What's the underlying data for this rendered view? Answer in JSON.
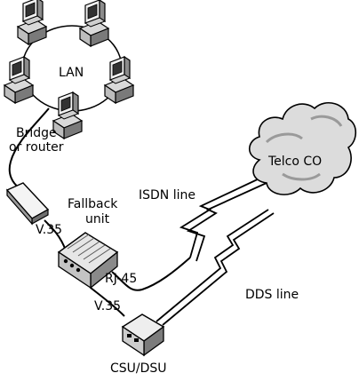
{
  "labels": {
    "lan": "LAN",
    "bridge_line1": "Bridge",
    "bridge_line2": "or router",
    "fallback_line1": "Fallback",
    "fallback_line2": "unit",
    "v35_top": "V.35",
    "rj45": "RJ-45",
    "v35_bottom": "V.35",
    "csu_dsu": "CSU/DSU",
    "isdn_line": "ISDN line",
    "dds_line": "DDS line",
    "telco_co": "Telco CO"
  }
}
